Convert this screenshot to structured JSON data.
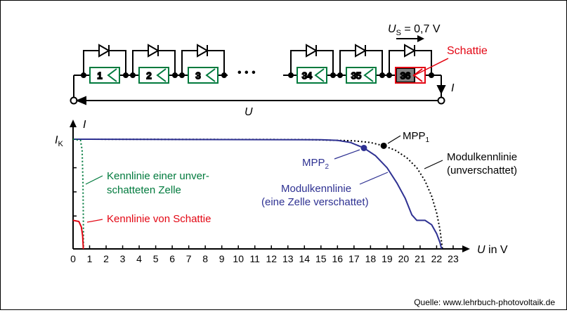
{
  "circuit": {
    "cells": [
      {
        "label": "1",
        "shaded": false
      },
      {
        "label": "2",
        "shaded": false
      },
      {
        "label": "3",
        "shaded": false
      },
      {
        "label": "34",
        "shaded": false
      },
      {
        "label": "35",
        "shaded": false
      },
      {
        "label": "36",
        "shaded": true
      }
    ],
    "ellipsis": "• • •",
    "voltage_label_main": "U",
    "voltage_label_sub": "S",
    "voltage_label_value": " = 0,7 V",
    "shaded_cell_name": "Schattie",
    "current_label": "I",
    "module_voltage_label": "U"
  },
  "chart": {
    "y_axis_label": "I",
    "y_short_circuit_main": "I",
    "y_short_circuit_sub": "K",
    "x_axis_label_symbol": "U",
    "x_axis_label_unit": " in V",
    "x_ticks": [
      "0",
      "1",
      "2",
      "3",
      "4",
      "5",
      "6",
      "7",
      "8",
      "9",
      "10",
      "11",
      "12",
      "13",
      "14",
      "15",
      "16",
      "17",
      "18",
      "19",
      "20",
      "21",
      "22",
      "23"
    ],
    "annotations": {
      "mpp1_main": "MPP",
      "mpp1_sub": "1",
      "mpp2_main": "MPP",
      "mpp2_sub": "2",
      "module_unshaded_line1": "Modulkennlinie",
      "module_unshaded_line2": "(unverschattet)",
      "module_shaded_line1": "Modulkennlinie",
      "module_shaded_line2": "(eine Zelle verschattet)",
      "cell_unshaded_line1": "Kennlinie einer unver-",
      "cell_unshaded_line2": "schatteten Zelle",
      "cell_shaded": "Kennlinie von Schattie"
    }
  },
  "chart_data": {
    "type": "line",
    "x_range": [
      0,
      23
    ],
    "series": [
      {
        "name": "Modulkennlinie (unverschattet)",
        "style": "dotted",
        "color": "#000000",
        "points": [
          [
            0,
            1.0
          ],
          [
            14,
            0.997
          ],
          [
            16,
            0.99
          ],
          [
            17,
            0.985
          ],
          [
            18,
            0.97
          ],
          [
            18.8,
            0.94
          ],
          [
            19.5,
            0.9
          ],
          [
            20.2,
            0.83
          ],
          [
            20.8,
            0.74
          ],
          [
            21.3,
            0.62
          ],
          [
            21.7,
            0.48
          ],
          [
            22,
            0.33
          ],
          [
            22.2,
            0.18
          ],
          [
            22.35,
            0.0
          ]
        ]
      },
      {
        "name": "Modulkennlinie (eine Zelle verschattet)",
        "style": "solid",
        "color": "#2e3192",
        "points": [
          [
            0,
            1.0
          ],
          [
            15,
            0.995
          ],
          [
            16,
            0.99
          ],
          [
            16.8,
            0.97
          ],
          [
            17.6,
            0.92
          ],
          [
            18.3,
            0.85
          ],
          [
            19,
            0.74
          ],
          [
            19.6,
            0.6
          ],
          [
            20.1,
            0.46
          ],
          [
            20.5,
            0.31
          ],
          [
            20.8,
            0.26
          ],
          [
            21.3,
            0.26
          ],
          [
            21.7,
            0.22
          ],
          [
            22,
            0.14
          ],
          [
            22.2,
            0.06
          ],
          [
            22.3,
            0.0
          ]
        ]
      },
      {
        "name": "Kennlinie einer unverschatteten Zelle",
        "style": "dotted",
        "color": "#007a3d",
        "points": [
          [
            0,
            1.0
          ],
          [
            0.45,
            0.99
          ],
          [
            0.55,
            0.9
          ],
          [
            0.6,
            0.6
          ],
          [
            0.62,
            0.3
          ],
          [
            0.63,
            0.0
          ]
        ]
      },
      {
        "name": "Kennlinie von Schattie",
        "style": "solid",
        "color": "#e30613",
        "points": [
          [
            0,
            0.26
          ],
          [
            0.35,
            0.25
          ],
          [
            0.5,
            0.2
          ],
          [
            0.58,
            0.12
          ],
          [
            0.62,
            0.0
          ]
        ]
      }
    ],
    "markers": [
      {
        "name": "MPP1",
        "x": 18.8,
        "y": 0.94,
        "color": "#000000"
      },
      {
        "name": "MPP2",
        "x": 17.6,
        "y": 0.92,
        "color": "#2e3192"
      }
    ]
  },
  "footer": {
    "source": "Quelle: www.lehrbuch-photovoltaik.de"
  },
  "colors": {
    "cell_green": "#007a3d",
    "shade_red": "#e30613",
    "module_blue": "#2e3192",
    "shaded_fill": "#808080"
  }
}
